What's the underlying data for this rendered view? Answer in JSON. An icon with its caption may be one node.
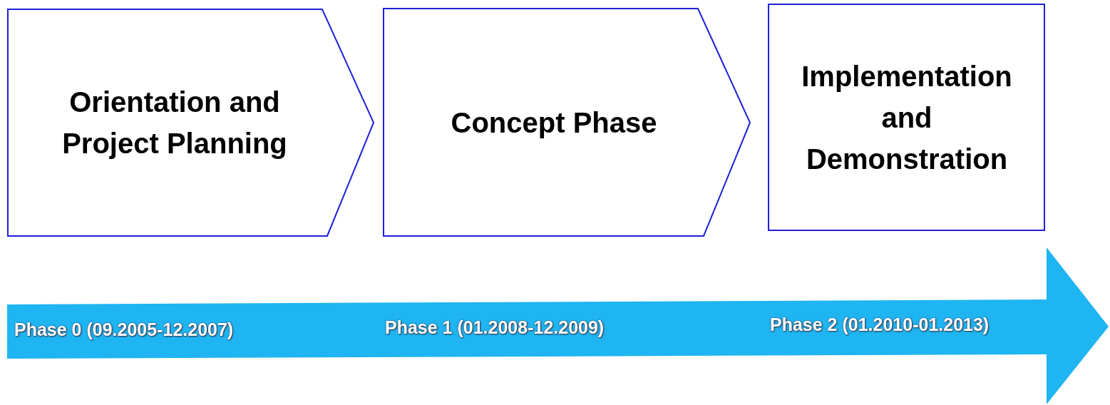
{
  "diagram": {
    "nodes": [
      {
        "text": [
          "Orientation and Project Planning"
        ]
      },
      {
        "text": [
          "Concept Phase"
        ]
      },
      {
        "text": [
          "Implementation and Demonstration"
        ]
      },
      {
        "text": [
          "Phase 0 (09.2005-12.2007)",
          "Phase 1 (01.2008-12.2009)",
          "Phase 2 (01.2010-01.2013)"
        ]
      }
    ]
  }
}
